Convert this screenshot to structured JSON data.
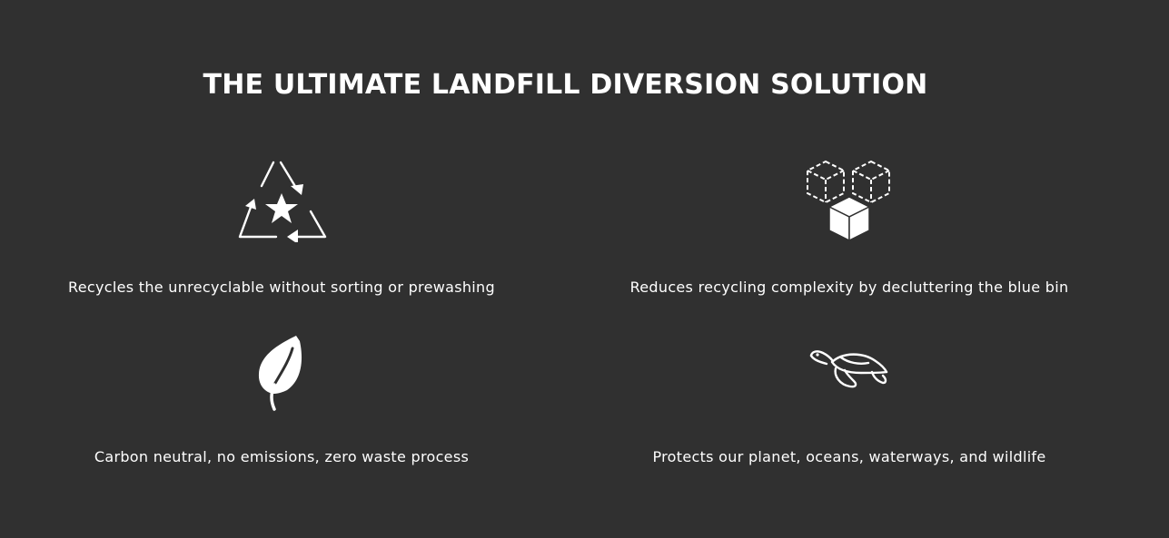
{
  "section": {
    "title": "THE ULTIMATE LANDFILL DIVERSION SOLUTION",
    "features": [
      {
        "icon": "recycle-star-icon",
        "caption": "Recycles the unrecyclable without sorting or prewashing"
      },
      {
        "icon": "cubes-icon",
        "caption": "Reduces recycling complexity by decluttering the blue bin"
      },
      {
        "icon": "leaf-icon",
        "caption": "Carbon neutral, no emissions, zero waste process"
      },
      {
        "icon": "turtle-icon",
        "caption": "Protects our planet, oceans, waterways, and wildlife"
      }
    ]
  },
  "colors": {
    "background": "#303030",
    "foreground": "#ffffff"
  }
}
